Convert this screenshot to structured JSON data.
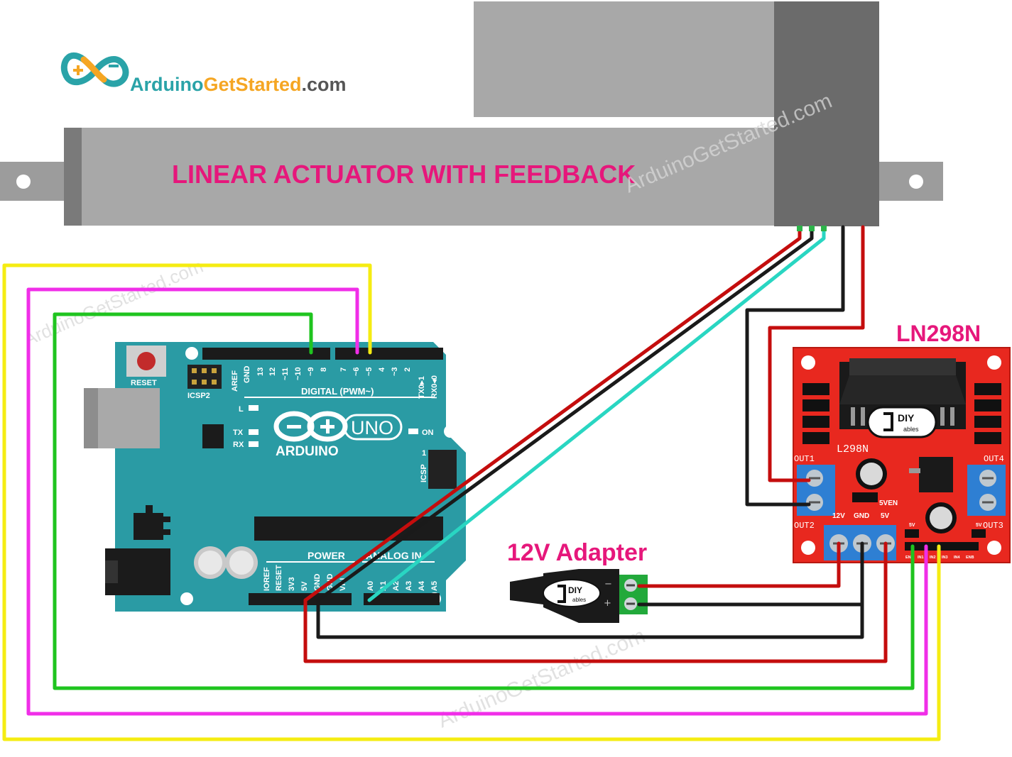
{
  "logo": {
    "part1": "Arduino",
    "part2": "GetStarted",
    "part3": ".com"
  },
  "watermark": "ArduinoGetStarted.com",
  "actuator": {
    "title": "LINEAR ACTUATOR WITH FEEDBACK"
  },
  "driver": {
    "title": "LN298N",
    "chip_label": "L298N",
    "brand_top": "DIY",
    "brand_bottom": "ables",
    "out1": "OUT1",
    "out2": "OUT2",
    "out3": "OUT3",
    "out4": "OUT4",
    "pin_12v": "12V",
    "pin_gnd": "GND",
    "pin_5v": "5V",
    "pin_5ven": "5VEN",
    "small_5v_left": "5V",
    "small_5v_right": "5V",
    "header_pins": [
      "ENA",
      "IN1",
      "IN2",
      "IN3",
      "IN4",
      "ENB"
    ]
  },
  "adapter": {
    "title": "12V Adapter",
    "brand_top": "DIY",
    "brand_bottom": "ables",
    "minus": "−",
    "plus": "+"
  },
  "arduino": {
    "reset": "RESET",
    "icsp2": "ICSP2",
    "icsp": "ICSP",
    "icsp_pin1": "1",
    "digital_label": "DIGITAL (PWM~)",
    "led_l": "L",
    "led_tx": "TX",
    "led_rx": "RX",
    "led_on": "ON",
    "uno": "UNO",
    "brand": "ARDUINO",
    "power_label": "POWER",
    "analog_label": "ANALOG IN",
    "digital_pins": [
      "AREF",
      "GND",
      "13",
      "12",
      "~11",
      "~10",
      "~9",
      "8",
      "7",
      "~6",
      "~5",
      "4",
      "~3",
      "2",
      "TX0▸1",
      "RX0◂0"
    ],
    "power_pins": [
      "IOREF",
      "RESET",
      "3V3",
      "5V",
      "GND",
      "GND",
      "VIN"
    ],
    "analog_pins": [
      "A0",
      "A1",
      "A2",
      "A3",
      "A4",
      "A5"
    ]
  },
  "colors": {
    "title_pink": "#e6177b",
    "board_teal": "#2b9aa3",
    "driver_red": "#e8281f",
    "wire_yellow": "#f5ec12",
    "wire_magenta": "#f02ee8",
    "wire_green": "#1fc41f",
    "wire_red": "#c40d0d",
    "wire_black": "#1a1a1a",
    "wire_cyan": "#29d6c2"
  }
}
